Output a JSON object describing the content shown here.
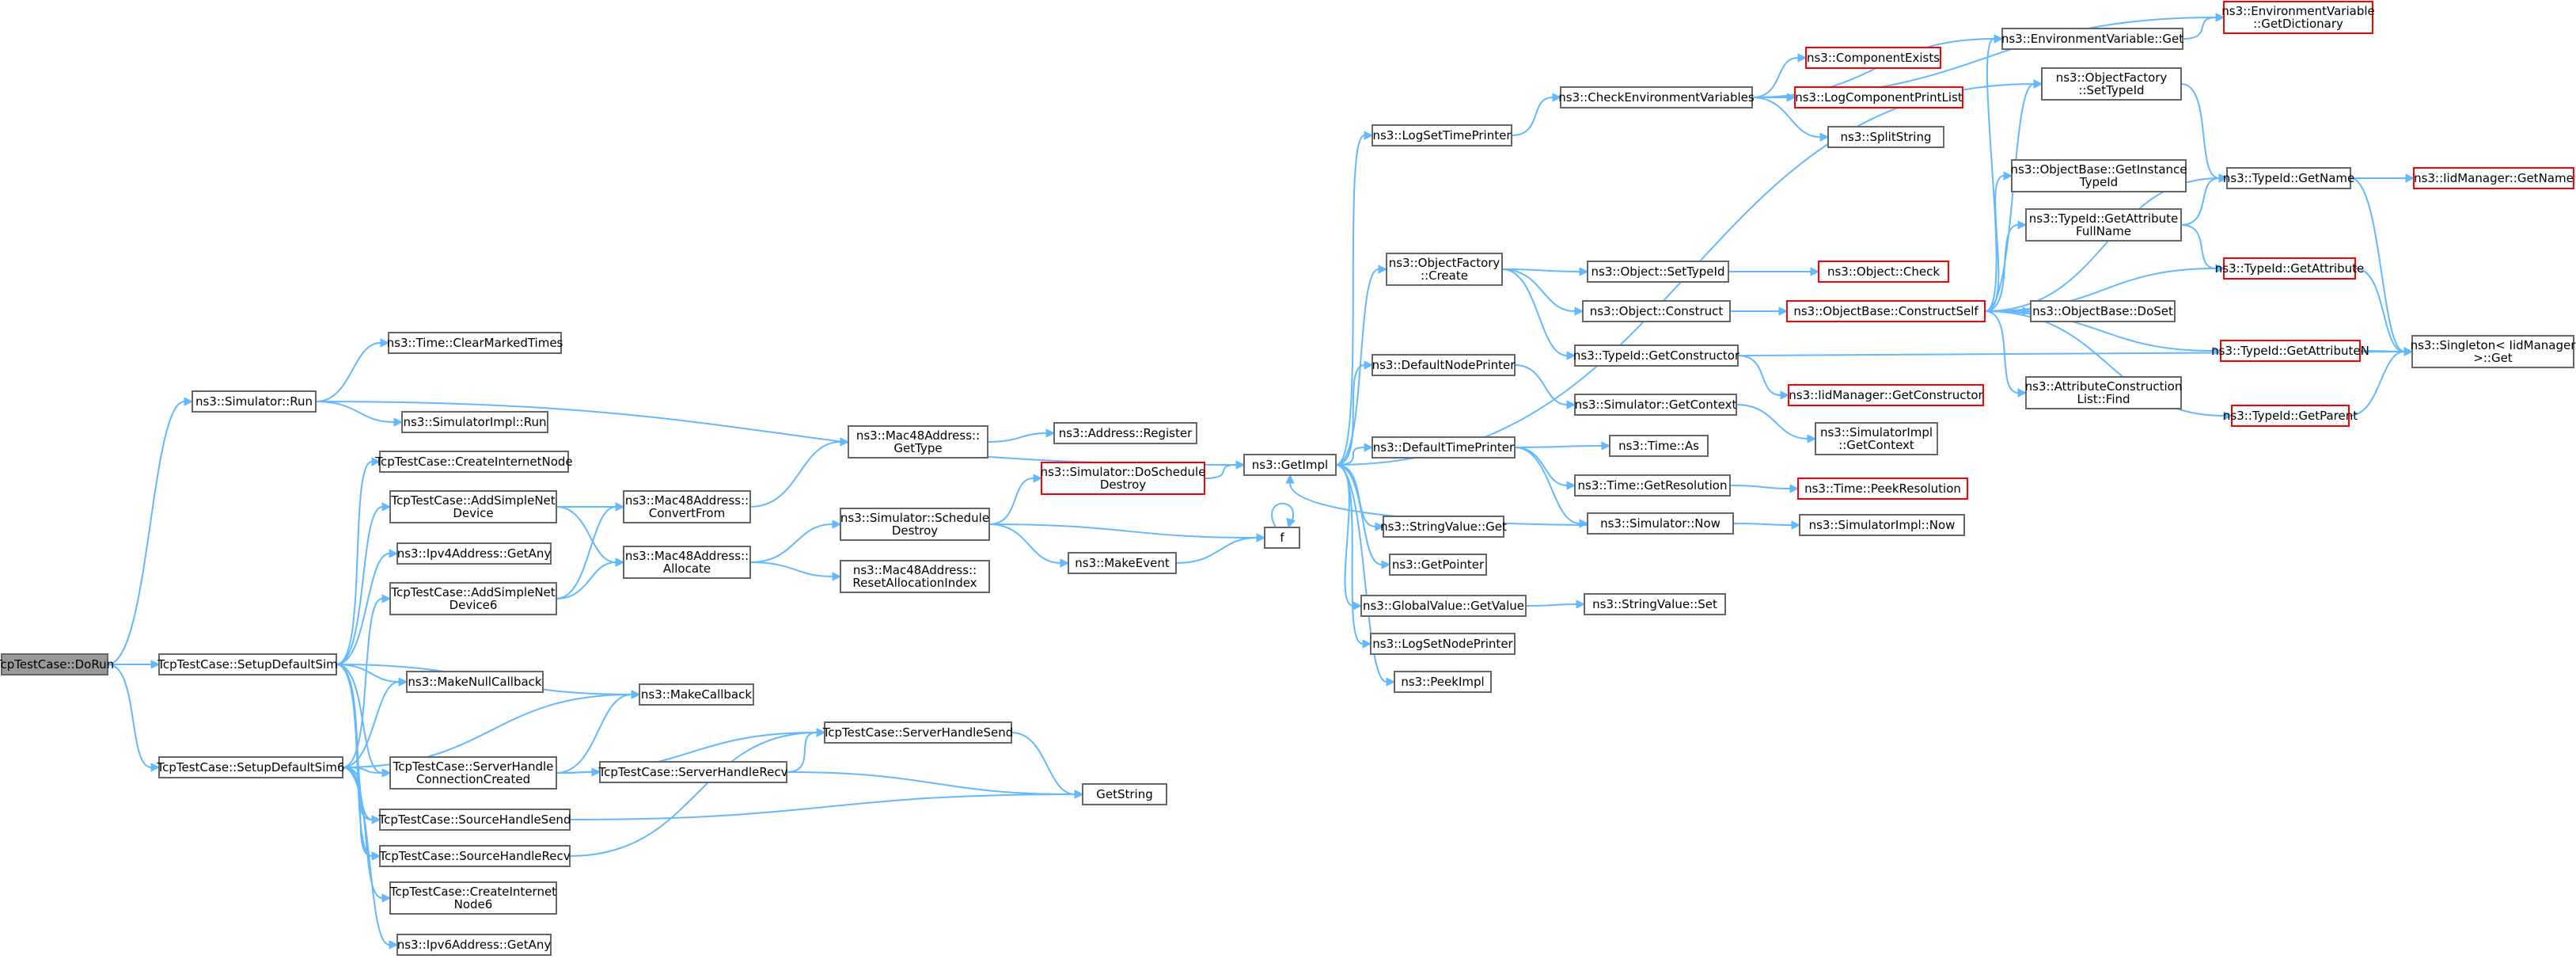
{
  "graph": {
    "nodes": [
      {
        "id": "root",
        "lines": [
          "TcpTestCase::DoRun"
        ],
        "style": "root"
      },
      {
        "id": "simrun",
        "lines": [
          "ns3::Simulator::Run"
        ]
      },
      {
        "id": "setupsim",
        "lines": [
          "TcpTestCase::SetupDefaultSim"
        ]
      },
      {
        "id": "setupsim6",
        "lines": [
          "TcpTestCase::SetupDefaultSim6"
        ]
      },
      {
        "id": "clearmarked",
        "lines": [
          "ns3::Time::ClearMarkedTimes"
        ]
      },
      {
        "id": "simimplrun",
        "lines": [
          "ns3::SimulatorImpl::Run"
        ]
      },
      {
        "id": "createnode",
        "lines": [
          "TcpTestCase::CreateInternetNode"
        ]
      },
      {
        "id": "addnet",
        "lines": [
          "TcpTestCase::AddSimpleNet",
          "Device"
        ]
      },
      {
        "id": "ipv4any",
        "lines": [
          "ns3::Ipv4Address::GetAny"
        ]
      },
      {
        "id": "addnet6",
        "lines": [
          "TcpTestCase::AddSimpleNet",
          "Device6"
        ]
      },
      {
        "id": "makenull",
        "lines": [
          "ns3::MakeNullCallback"
        ]
      },
      {
        "id": "servconn",
        "lines": [
          "TcpTestCase::ServerHandle",
          "ConnectionCreated"
        ]
      },
      {
        "id": "srcsend",
        "lines": [
          "TcpTestCase::SourceHandleSend"
        ]
      },
      {
        "id": "srcrecv",
        "lines": [
          "TcpTestCase::SourceHandleRecv"
        ]
      },
      {
        "id": "createnode6",
        "lines": [
          "TcpTestCase::CreateInternet",
          "Node6"
        ]
      },
      {
        "id": "ipv6any",
        "lines": [
          "ns3::Ipv6Address::GetAny"
        ]
      },
      {
        "id": "macconv",
        "lines": [
          "ns3::Mac48Address::",
          "ConvertFrom"
        ]
      },
      {
        "id": "macalloc",
        "lines": [
          "ns3::Mac48Address::",
          "Allocate"
        ]
      },
      {
        "id": "makecb",
        "lines": [
          "ns3::MakeCallback"
        ]
      },
      {
        "id": "servsend",
        "lines": [
          "TcpTestCase::ServerHandleSend"
        ]
      },
      {
        "id": "servrecv",
        "lines": [
          "TcpTestCase::ServerHandleRecv"
        ]
      },
      {
        "id": "macgettype",
        "lines": [
          "ns3::Mac48Address::",
          "GetType"
        ]
      },
      {
        "id": "schedestroy",
        "lines": [
          "ns3::Simulator::Schedule",
          "Destroy"
        ]
      },
      {
        "id": "resetalloc",
        "lines": [
          "ns3::Mac48Address::",
          "ResetAllocationIndex"
        ]
      },
      {
        "id": "addrreg",
        "lines": [
          "ns3::Address::Register"
        ]
      },
      {
        "id": "doschedule",
        "lines": [
          "ns3::Simulator::DoSchedule",
          "Destroy"
        ],
        "style": "red"
      },
      {
        "id": "makeevent",
        "lines": [
          "ns3::MakeEvent"
        ]
      },
      {
        "id": "f",
        "lines": [
          "f"
        ]
      },
      {
        "id": "getstring",
        "lines": [
          "GetString"
        ]
      },
      {
        "id": "getimpl",
        "lines": [
          "ns3::GetImpl"
        ]
      },
      {
        "id": "logsettime",
        "lines": [
          "ns3::LogSetTimePrinter"
        ]
      },
      {
        "id": "objfcreate",
        "lines": [
          "ns3::ObjectFactory",
          "::Create"
        ]
      },
      {
        "id": "defnodeprinter",
        "lines": [
          "ns3::DefaultNodePrinter"
        ]
      },
      {
        "id": "deftimeprinter",
        "lines": [
          "ns3::DefaultTimePrinter"
        ]
      },
      {
        "id": "strvalget",
        "lines": [
          "ns3::StringValue::Get"
        ]
      },
      {
        "id": "getpointer",
        "lines": [
          "ns3::GetPointer"
        ]
      },
      {
        "id": "gvgetvalue",
        "lines": [
          "ns3::GlobalValue::GetValue"
        ]
      },
      {
        "id": "logsetnode",
        "lines": [
          "ns3::LogSetNodePrinter"
        ]
      },
      {
        "id": "peekimpl",
        "lines": [
          "ns3::PeekImpl"
        ]
      },
      {
        "id": "checkenv",
        "lines": [
          "ns3::CheckEnvironmentVariables"
        ]
      },
      {
        "id": "objsettypeid",
        "lines": [
          "ns3::Object::SetTypeId"
        ]
      },
      {
        "id": "objconstruct",
        "lines": [
          "ns3::Object::Construct"
        ]
      },
      {
        "id": "tidgetctor",
        "lines": [
          "ns3::TypeId::GetConstructor"
        ]
      },
      {
        "id": "simgetctx",
        "lines": [
          "ns3::Simulator::GetContext"
        ]
      },
      {
        "id": "timeas",
        "lines": [
          "ns3::Time::As"
        ]
      },
      {
        "id": "timegetres",
        "lines": [
          "ns3::Time::GetResolution"
        ]
      },
      {
        "id": "simnow",
        "lines": [
          "ns3::Simulator::Now"
        ]
      },
      {
        "id": "strvalset",
        "lines": [
          "ns3::StringValue::Set"
        ]
      },
      {
        "id": "compexists",
        "lines": [
          "ns3::ComponentExists"
        ],
        "style": "red"
      },
      {
        "id": "logcomplist",
        "lines": [
          "ns3::LogComponentPrintList"
        ],
        "style": "red"
      },
      {
        "id": "splitstring",
        "lines": [
          "ns3::SplitString"
        ]
      },
      {
        "id": "objcheck",
        "lines": [
          "ns3::Object::Check"
        ],
        "style": "red"
      },
      {
        "id": "objbaseconstruct",
        "lines": [
          "ns3::ObjectBase::ConstructSelf"
        ],
        "style": "red"
      },
      {
        "id": "iidgetctor",
        "lines": [
          "ns3::IidManager::GetConstructor"
        ],
        "style": "red"
      },
      {
        "id": "simimplgetctx",
        "lines": [
          "ns3::SimulatorImpl",
          "::GetContext"
        ]
      },
      {
        "id": "peekres",
        "lines": [
          "ns3::Time::PeekResolution"
        ],
        "style": "red"
      },
      {
        "id": "simimplnow",
        "lines": [
          "ns3::SimulatorImpl::Now"
        ]
      },
      {
        "id": "envget",
        "lines": [
          "ns3::EnvironmentVariable::Get"
        ]
      },
      {
        "id": "objfsettypeid",
        "lines": [
          "ns3::ObjectFactory",
          "::SetTypeId"
        ]
      },
      {
        "id": "objbasegetinst",
        "lines": [
          "ns3::ObjectBase::GetInstance",
          "TypeId"
        ]
      },
      {
        "id": "tidgetattrfull",
        "lines": [
          "ns3::TypeId::GetAttribute",
          "FullName"
        ]
      },
      {
        "id": "objbasedoset",
        "lines": [
          "ns3::ObjectBase::DoSet"
        ]
      },
      {
        "id": "attrconstrfind",
        "lines": [
          "ns3::AttributeConstruction",
          "List::Find"
        ]
      },
      {
        "id": "envgetdict",
        "lines": [
          "ns3::EnvironmentVariable",
          "::GetDictionary"
        ],
        "style": "red"
      },
      {
        "id": "tidgetname",
        "lines": [
          "ns3::TypeId::GetName"
        ]
      },
      {
        "id": "tidgetattr",
        "lines": [
          "ns3::TypeId::GetAttribute"
        ],
        "style": "red"
      },
      {
        "id": "tidgetattrn",
        "lines": [
          "ns3::TypeId::GetAttributeN"
        ],
        "style": "red"
      },
      {
        "id": "tidgetparent",
        "lines": [
          "ns3::TypeId::GetParent"
        ],
        "style": "red"
      },
      {
        "id": "iidgetname",
        "lines": [
          "ns3::IidManager::GetName"
        ],
        "style": "red"
      },
      {
        "id": "singleton",
        "lines": [
          "ns3::Singleton< IidManager",
          " >::Get"
        ]
      }
    ],
    "edges": [
      [
        "root",
        "simrun"
      ],
      [
        "root",
        "setupsim"
      ],
      [
        "root",
        "setupsim6"
      ],
      [
        "simrun",
        "clearmarked"
      ],
      [
        "simrun",
        "getimpl"
      ],
      [
        "simrun",
        "simimplrun"
      ],
      [
        "setupsim",
        "createnode"
      ],
      [
        "setupsim",
        "addnet"
      ],
      [
        "setupsim",
        "ipv4any"
      ],
      [
        "setupsim",
        "makenull"
      ],
      [
        "setupsim",
        "makecb"
      ],
      [
        "setupsim",
        "servconn"
      ],
      [
        "setupsim",
        "srcsend"
      ],
      [
        "setupsim",
        "srcrecv"
      ],
      [
        "setupsim6",
        "addnet6"
      ],
      [
        "setupsim6",
        "makenull"
      ],
      [
        "setupsim6",
        "makecb"
      ],
      [
        "setupsim6",
        "servconn"
      ],
      [
        "setupsim6",
        "srcsend"
      ],
      [
        "setupsim6",
        "srcrecv"
      ],
      [
        "setupsim6",
        "createnode6"
      ],
      [
        "setupsim6",
        "ipv6any"
      ],
      [
        "addnet",
        "macconv"
      ],
      [
        "addnet",
        "macalloc"
      ],
      [
        "addnet6",
        "macconv"
      ],
      [
        "addnet6",
        "macalloc"
      ],
      [
        "servconn",
        "makecb"
      ],
      [
        "servconn",
        "servsend"
      ],
      [
        "servconn",
        "servrecv"
      ],
      [
        "srcsend",
        "getstring"
      ],
      [
        "srcrecv",
        "servsend"
      ],
      [
        "servrecv",
        "servsend"
      ],
      [
        "servrecv",
        "getstring"
      ],
      [
        "servsend",
        "getstring"
      ],
      [
        "macconv",
        "macgettype"
      ],
      [
        "macalloc",
        "schedestroy"
      ],
      [
        "macalloc",
        "resetalloc"
      ],
      [
        "macgettype",
        "addrreg"
      ],
      [
        "schedestroy",
        "doschedule"
      ],
      [
        "schedestroy",
        "makeevent"
      ],
      [
        "schedestroy",
        "f"
      ],
      [
        "doschedule",
        "getimpl"
      ],
      [
        "makeevent",
        "f"
      ],
      [
        "f",
        "f"
      ],
      [
        "getimpl",
        "logsettime"
      ],
      [
        "getimpl",
        "objfcreate"
      ],
      [
        "getimpl",
        "defnodeprinter"
      ],
      [
        "getimpl",
        "deftimeprinter"
      ],
      [
        "getimpl",
        "strvalget"
      ],
      [
        "getimpl",
        "getpointer"
      ],
      [
        "getimpl",
        "gvgetvalue"
      ],
      [
        "getimpl",
        "logsetnode"
      ],
      [
        "getimpl",
        "peekimpl"
      ],
      [
        "getimpl",
        "objfsettypeid"
      ],
      [
        "logsettime",
        "checkenv"
      ],
      [
        "checkenv",
        "envgetdict"
      ],
      [
        "checkenv",
        "compexists"
      ],
      [
        "checkenv",
        "logcomplist"
      ],
      [
        "checkenv",
        "splitstring"
      ],
      [
        "checkenv",
        "envget"
      ],
      [
        "objfcreate",
        "objsettypeid"
      ],
      [
        "objfcreate",
        "objconstruct"
      ],
      [
        "objfcreate",
        "tidgetctor"
      ],
      [
        "objsettypeid",
        "objcheck"
      ],
      [
        "objconstruct",
        "objbaseconstruct"
      ],
      [
        "tidgetctor",
        "iidgetctor"
      ],
      [
        "tidgetctor",
        "singleton"
      ],
      [
        "defnodeprinter",
        "simgetctx"
      ],
      [
        "simgetctx",
        "simimplgetctx"
      ],
      [
        "deftimeprinter",
        "timeas"
      ],
      [
        "deftimeprinter",
        "timegetres"
      ],
      [
        "deftimeprinter",
        "simnow"
      ],
      [
        "timegetres",
        "peekres"
      ],
      [
        "simnow",
        "getimpl"
      ],
      [
        "simnow",
        "simimplnow"
      ],
      [
        "gvgetvalue",
        "strvalset"
      ],
      [
        "objbaseconstruct",
        "envget"
      ],
      [
        "objbaseconstruct",
        "objfsettypeid"
      ],
      [
        "objbaseconstruct",
        "objbasegetinst"
      ],
      [
        "objbaseconstruct",
        "tidgetattrfull"
      ],
      [
        "objbaseconstruct",
        "tidgetname"
      ],
      [
        "objbaseconstruct",
        "tidgetattr"
      ],
      [
        "objbaseconstruct",
        "objbasedoset"
      ],
      [
        "objbaseconstruct",
        "tidgetattrn"
      ],
      [
        "objbaseconstruct",
        "attrconstrfind"
      ],
      [
        "objbaseconstruct",
        "tidgetparent"
      ],
      [
        "envget",
        "envgetdict"
      ],
      [
        "objfsettypeid",
        "tidgetname"
      ],
      [
        "tidgetattrfull",
        "tidgetname"
      ],
      [
        "tidgetattrfull",
        "tidgetattr"
      ],
      [
        "tidgetname",
        "iidgetname"
      ],
      [
        "tidgetname",
        "singleton"
      ],
      [
        "tidgetattr",
        "singleton"
      ],
      [
        "tidgetattrn",
        "singleton"
      ],
      [
        "tidgetparent",
        "singleton"
      ]
    ]
  }
}
